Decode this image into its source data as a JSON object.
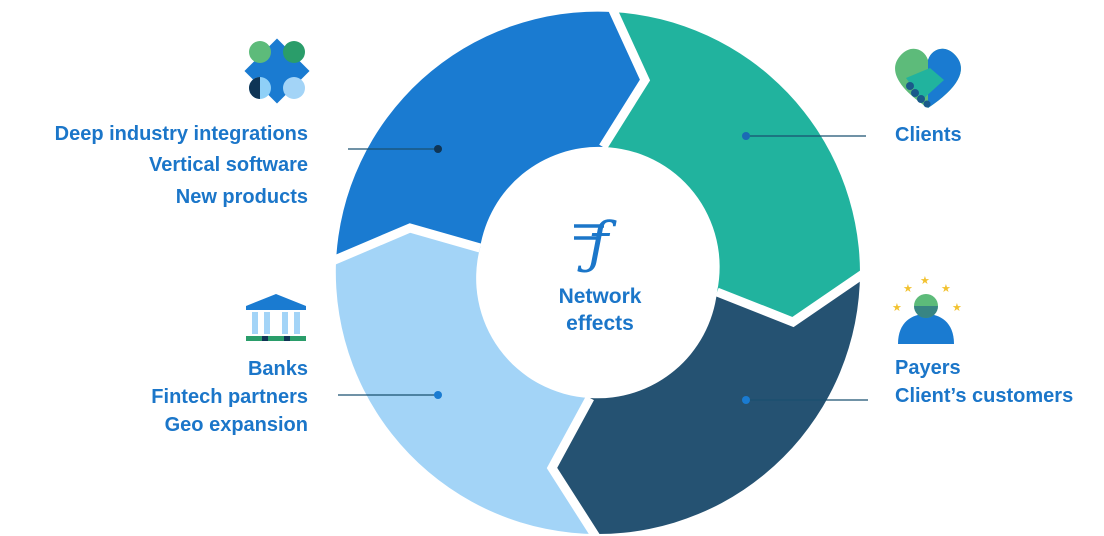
{
  "center": {
    "logo_glyph": "ƒ",
    "line1": "Network",
    "line2": "effects"
  },
  "segments": {
    "top_left": {
      "lines": [
        "Deep industry integrations",
        "Vertical software",
        "New products"
      ],
      "icon": "integrations-icon",
      "color": "#1a7bd1"
    },
    "top_right": {
      "lines": [
        "Clients"
      ],
      "icon": "handshake-heart-icon",
      "color": "#21b39e"
    },
    "bottom_right": {
      "lines": [
        "Payers",
        "Client’s customers"
      ],
      "icon": "user-stars-icon",
      "color": "#255272"
    },
    "bottom_left": {
      "lines": [
        "Banks",
        "Fintech partners",
        "Geo expansion"
      ],
      "icon": "bank-icon",
      "color": "#a3d4f7"
    }
  },
  "colors": {
    "label_text": "#1b76c9",
    "leader_line": "#1a5070",
    "center_fill": "#ffffff"
  }
}
